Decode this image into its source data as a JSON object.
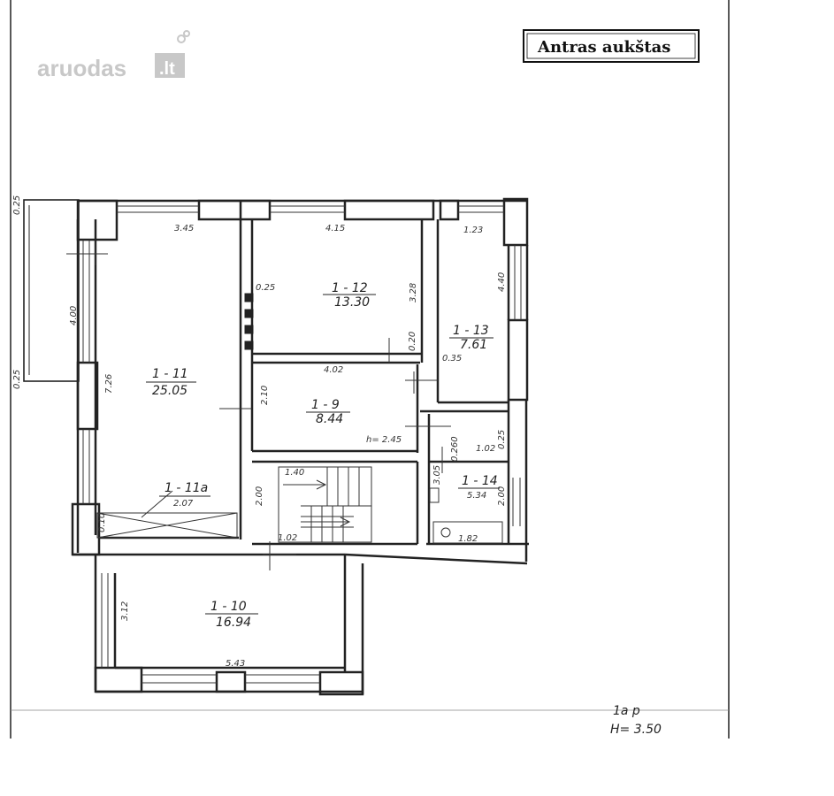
{
  "watermark": {
    "brand": "aruodas",
    "suffix": ".lt"
  },
  "title": "Antras aukštas",
  "rooms": [
    {
      "id": "r11",
      "code": "1 - 11",
      "area": "25.05"
    },
    {
      "id": "r11a",
      "code": "1 - 11a",
      "area": "2.07"
    },
    {
      "id": "r12",
      "code": "1 - 12",
      "area": "13.30"
    },
    {
      "id": "r13",
      "code": "1 - 13",
      "area": "7.61"
    },
    {
      "id": "r9",
      "code": "1 - 9",
      "area": "8.44"
    },
    {
      "id": "r14",
      "code": "1 - 14",
      "area": "5.34"
    },
    {
      "id": "r10",
      "code": "1 - 10",
      "area": "16.94"
    }
  ],
  "dimensions": {
    "d345": "3.45",
    "d415": "4.15",
    "d123": "1.23",
    "d440": "4.40",
    "d400": "4.00",
    "d025a": "0.25",
    "d025b": "0.25",
    "d726": "7.26",
    "d025c": "0.25",
    "d328": "3.28",
    "d020": "0.20",
    "d402": "4.02",
    "d035": "0.35",
    "d210": "2.10",
    "h245": "h= 2.45",
    "d140": "1.40",
    "d200": "2.00",
    "d305": "3.05",
    "d0260": "0.260",
    "d102a": "1.02",
    "d025d": "0.25",
    "d200b": "2.00",
    "d182": "1.82",
    "d102b": "1.02",
    "d010": "0.10",
    "d312": "3.12",
    "d543": "5.43"
  },
  "footer": {
    "floor": "1a p",
    "height": "H= 3.50"
  }
}
